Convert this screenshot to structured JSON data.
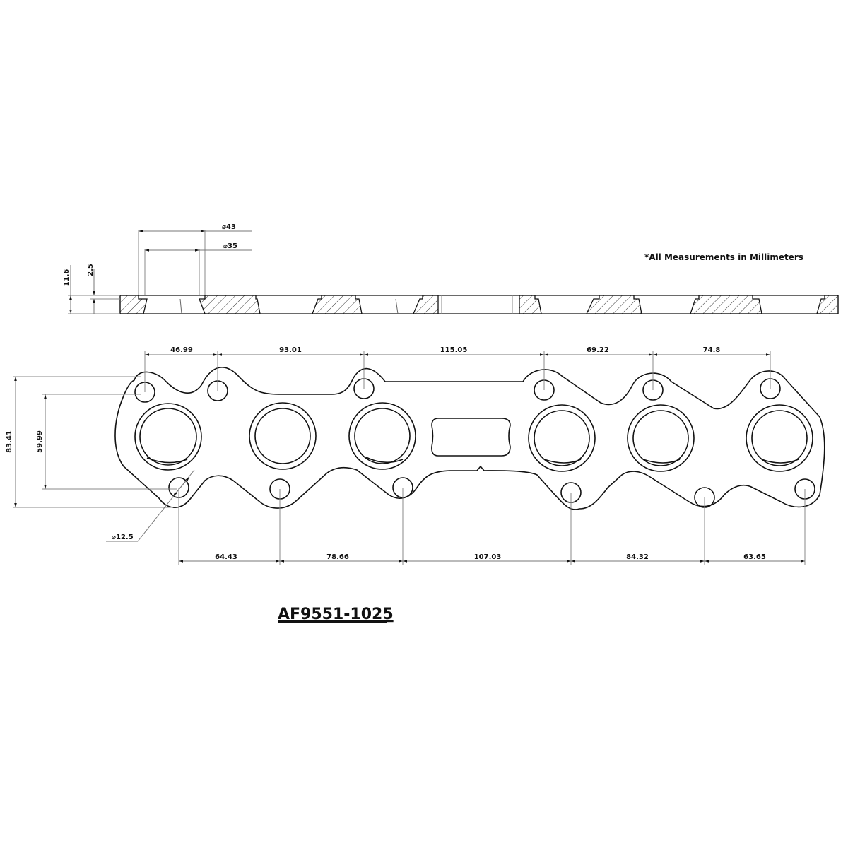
{
  "note": "*All Measurements in Millimeters",
  "part_number": "AF9551-1025",
  "section_view": {
    "dimensions": {
      "port_outer_diameter": "⌀43",
      "port_inner_diameter": "⌀35",
      "total_thickness": "11.6",
      "counterbore_depth": "2.5"
    }
  },
  "plan_view": {
    "top_bolt_spacing": [
      "46.99",
      "93.01",
      "115.05",
      "69.22",
      "74.8"
    ],
    "bottom_bolt_spacing": [
      "64.43",
      "78.66",
      "107.03",
      "84.32",
      "63.65"
    ],
    "overall_height": "83.41",
    "bolt_vertical_spacing": "59.99",
    "bolt_hole_diameter": "⌀12.5",
    "port_count": 6,
    "bolt_hole_count": 12
  },
  "colors": {
    "line": "#111111",
    "dimension_line": "#777777",
    "background": "#ffffff"
  }
}
